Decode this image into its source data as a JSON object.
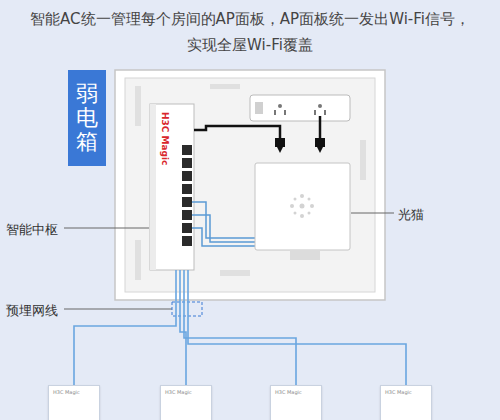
{
  "diagram": {
    "title": "智能AC统一管理每个房间的AP面板，AP面板统一发出Wi-Fi信号，实现全屋Wi-Fi覆盖",
    "nodes": [
      {
        "text": [
          "弱电箱"
        ]
      },
      {
        "text": [
          "H3C Magic"
        ],
        "in": 0
      },
      {
        "text": [
          "H3C Magic"
        ]
      },
      {
        "text": [
          "H3C Magic"
        ]
      },
      {
        "text": [
          "H3C Magic"
        ]
      },
      {
        "text": [
          "H3C Magic"
        ]
      }
    ],
    "edges": [
      {
        "from": 1,
        "to": 2,
        "arrow": "none"
      },
      {
        "from": 1,
        "to": 3,
        "arrow": "none"
      },
      {
        "from": 1,
        "to": 4,
        "arrow": "none"
      },
      {
        "from": 1,
        "to": 5,
        "arrow": "none"
      }
    ],
    "labels": [
      "智能中枢",
      "光猫",
      "预埋网线"
    ]
  }
}
